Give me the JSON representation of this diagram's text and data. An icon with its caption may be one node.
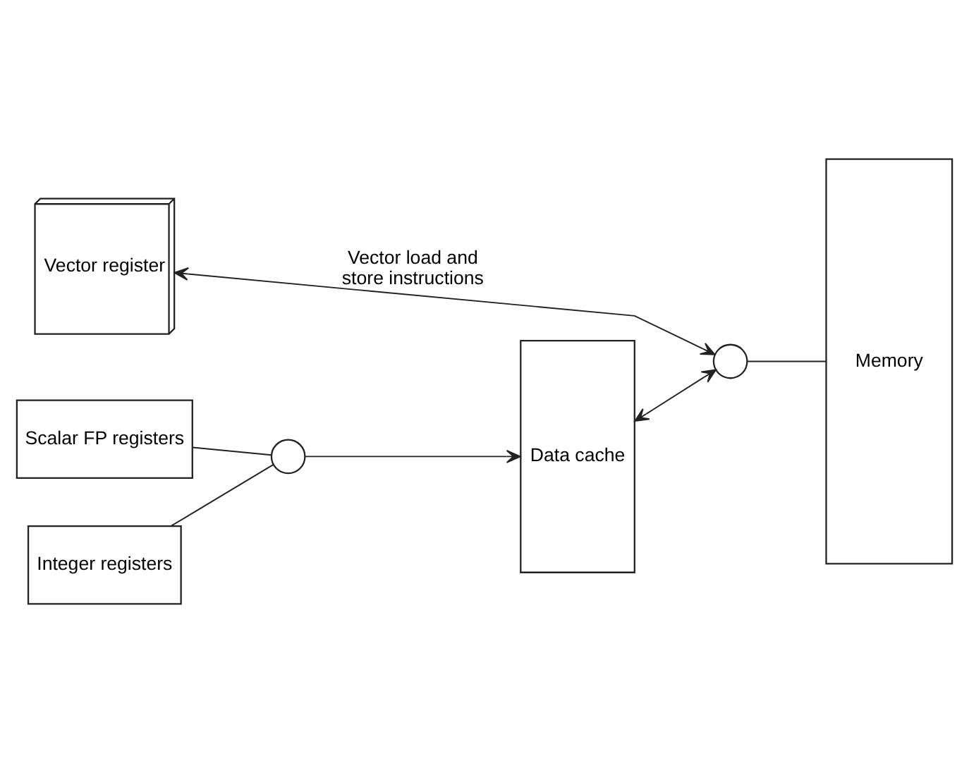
{
  "diagram": {
    "nodes": [
      {
        "text": [
          "Vector register"
        ]
      },
      {
        "text": [
          "Scalar FP registers"
        ]
      },
      {
        "text": [
          "Integer registers"
        ]
      },
      {
        "text": [],
        "shape": "circle"
      },
      {
        "text": [
          "Data cache"
        ]
      },
      {
        "text": [],
        "shape": "circle"
      },
      {
        "text": [
          "Memory"
        ]
      }
    ],
    "edges": [
      {
        "from": 5,
        "to": 0,
        "arrow": "both",
        "label": "Vector load and store instructions"
      },
      {
        "from": 4,
        "to": 5,
        "arrow": "both"
      },
      {
        "from": 5,
        "to": 6,
        "arrow": "none"
      },
      {
        "from": 1,
        "to": 3,
        "arrow": "none"
      },
      {
        "from": 2,
        "to": 3,
        "arrow": "none"
      },
      {
        "from": 3,
        "to": 4,
        "arrow": "to"
      }
    ]
  }
}
